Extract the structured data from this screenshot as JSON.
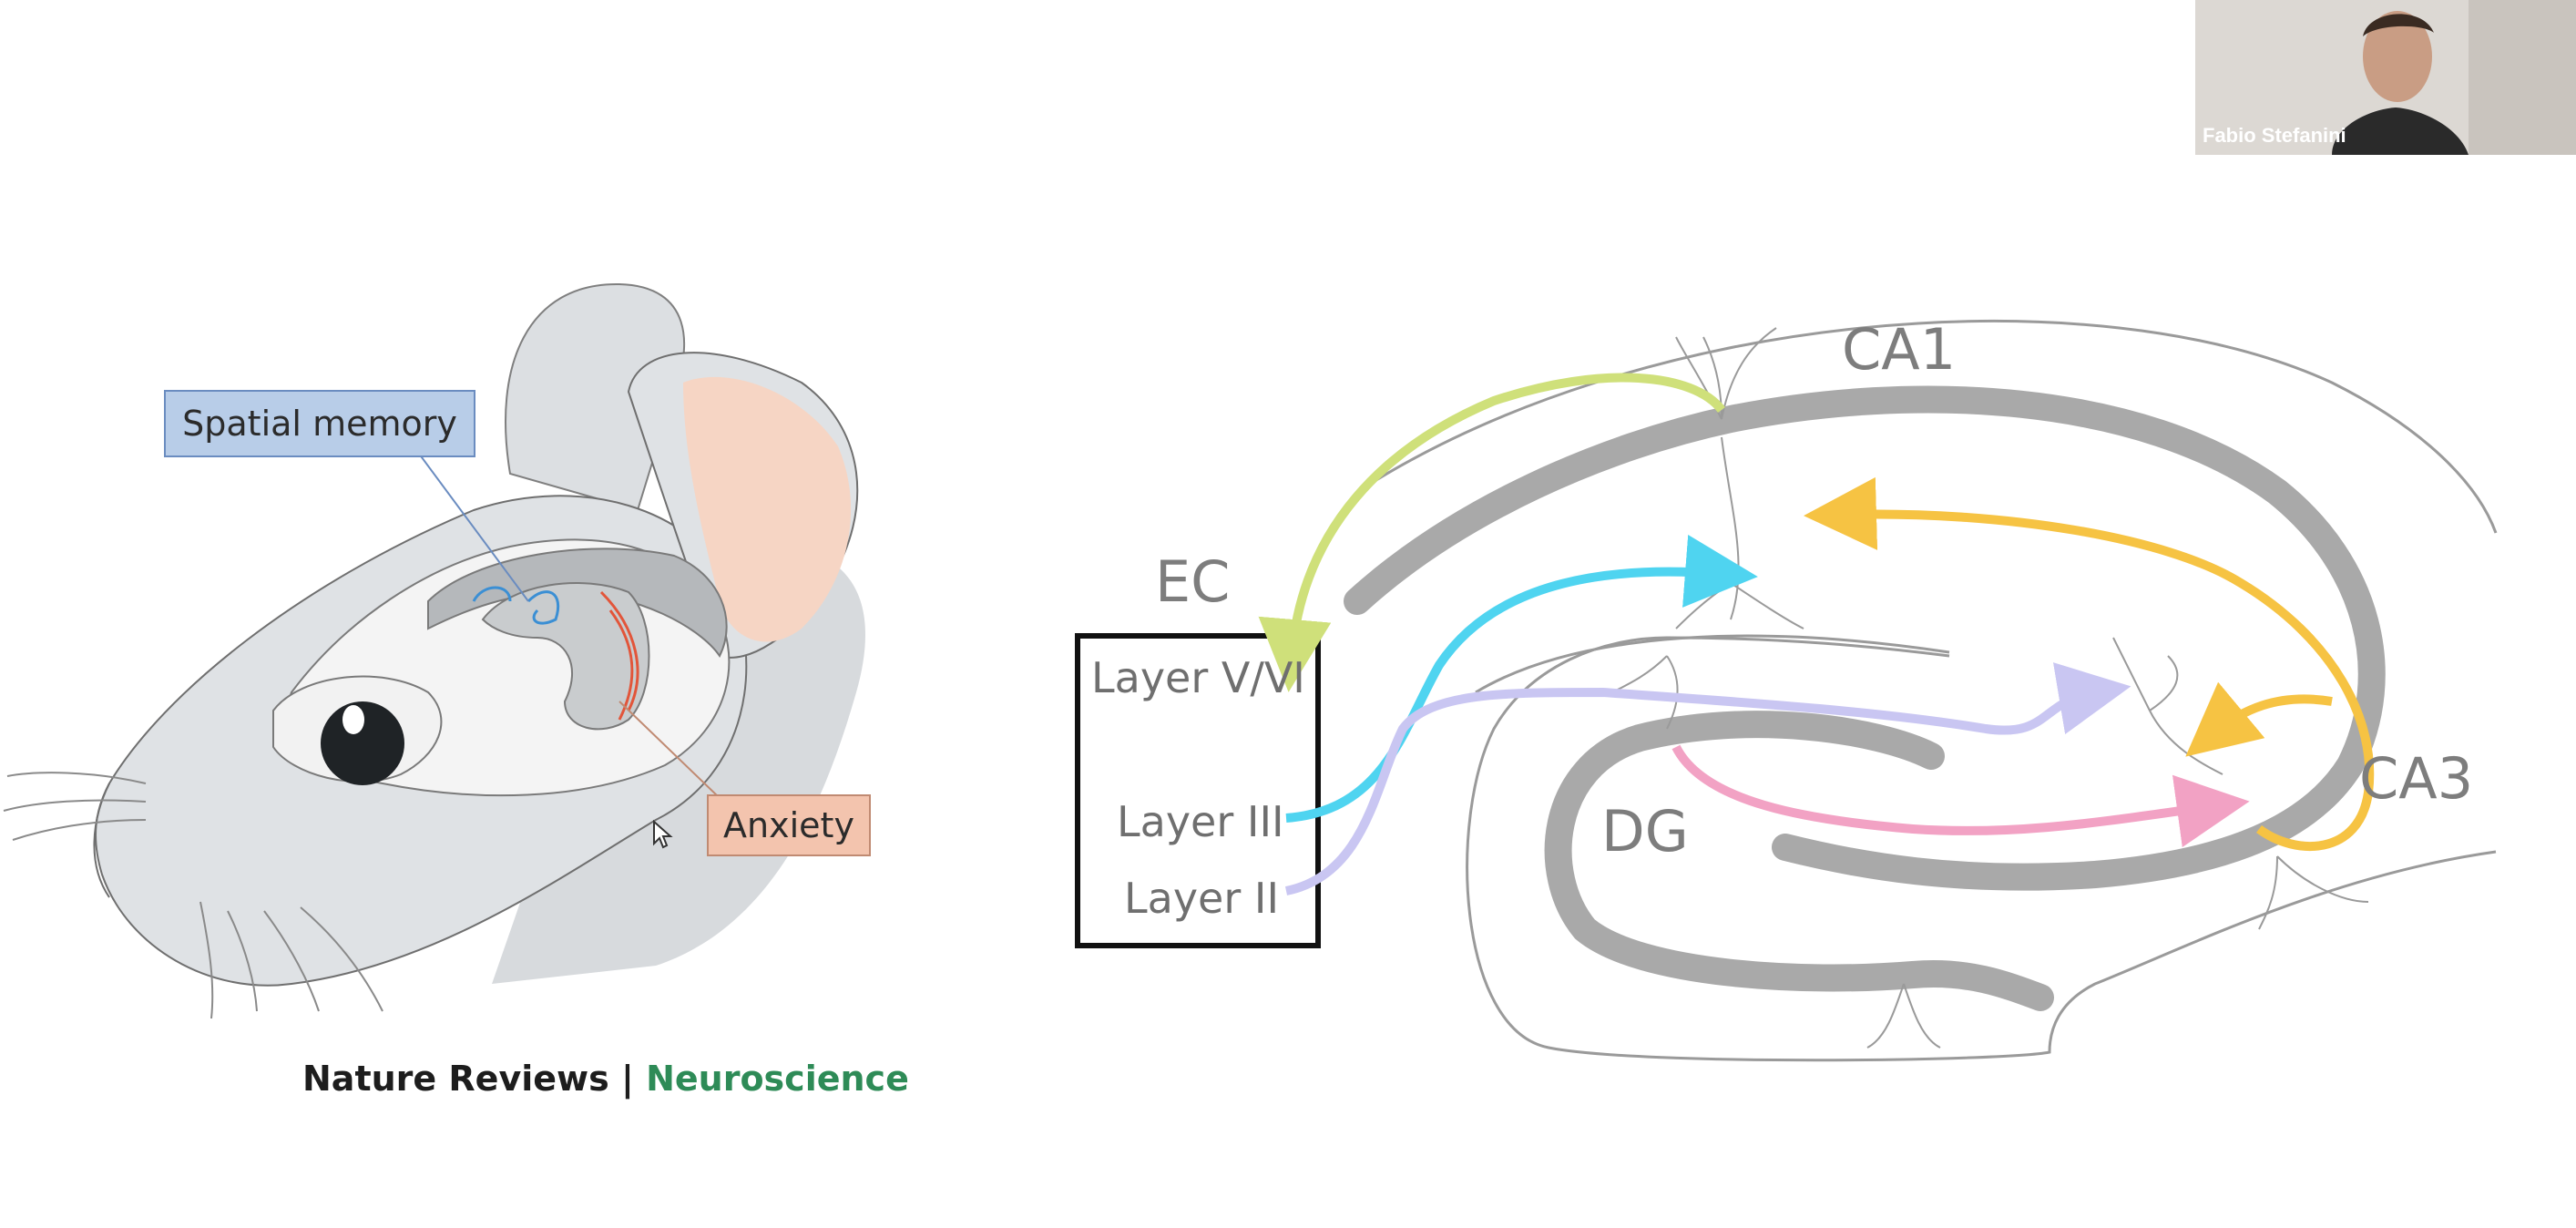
{
  "mouse_figure": {
    "callouts": {
      "spatial_memory": "Spatial memory",
      "anxiety": "Anxiety"
    },
    "credit": {
      "journal": "Nature Reviews",
      "separator": " | ",
      "field": "Neuroscience"
    },
    "colors": {
      "spatial_box": "#b8cde8",
      "anxiety_box": "#f3c4ae",
      "credit_accent": "#2e8b57"
    }
  },
  "hippocampus_figure": {
    "regions": {
      "ca1": "CA1",
      "ca3": "CA3",
      "dg": "DG",
      "ec": "EC"
    },
    "ec_layers": {
      "layer_5_6": "Layer V/VI",
      "layer_3": "Layer III",
      "layer_2": "Layer II"
    },
    "pathway_colors": {
      "layer_5_6_to_ca1": "#cfe07a",
      "layer_3_to_ca1": "#4fd4f0",
      "layer_2_perforant": "#c9c6f2",
      "dg_to_ca3": "#f2a2c4",
      "ca3_collaterals": "#f6c343"
    }
  },
  "video_tile": {
    "participant_name": "Fabio Stefanini"
  },
  "cursor": {
    "icon": "mouse-pointer-icon"
  }
}
